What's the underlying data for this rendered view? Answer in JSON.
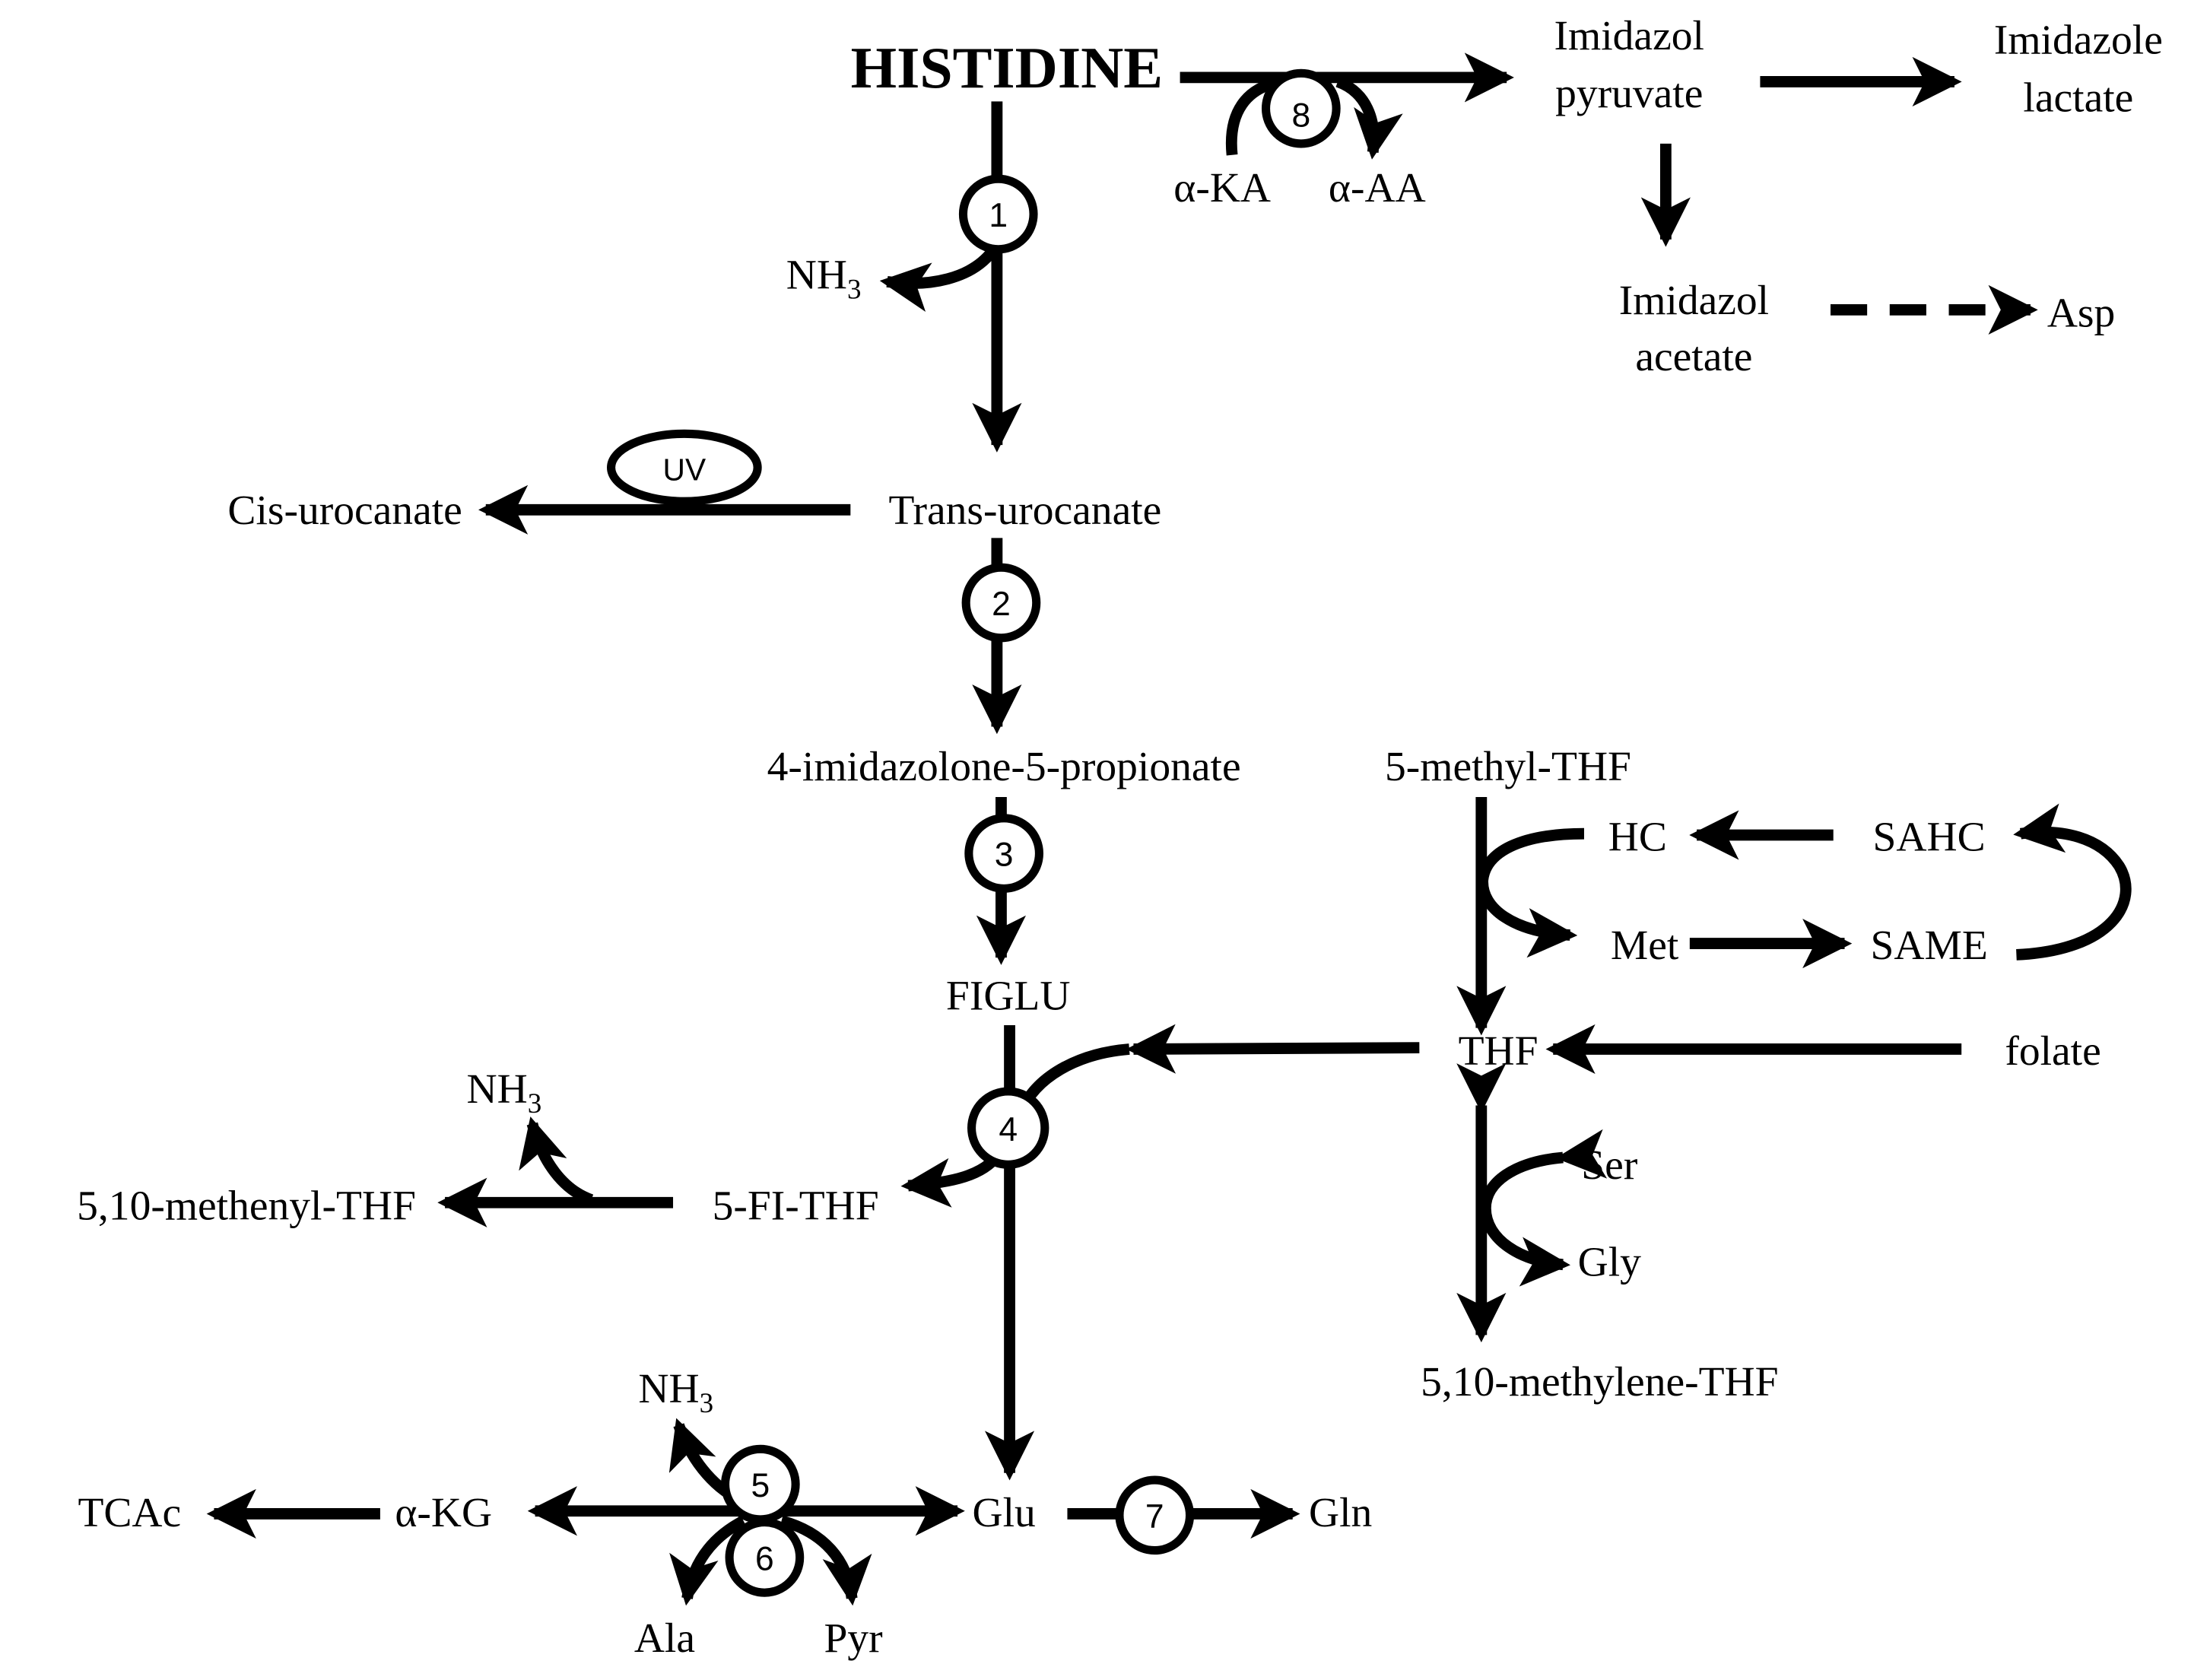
{
  "metabolites": {
    "histidine": "HISTIDINE",
    "imidazol_pyruvate_1": "Imidazol",
    "imidazol_pyruvate_2": "pyruvate",
    "imidazole_lactate_1": "Imidazole",
    "imidazole_lactate_2": "lactate",
    "imidazol_acetate_1": "Imidazol",
    "imidazol_acetate_2": "acetate",
    "asp": "Asp",
    "alpha_ka": "α-KA",
    "alpha_aa": "α-AA",
    "nh3_1": "NH",
    "nh3_1_sub": "3",
    "cis_urocanate": "Cis-urocanate",
    "trans_urocanate": "Trans-urocanate",
    "imidazolone_propionate": "4-imidazolone-5-propionate",
    "figlu": "FIGLU",
    "nh3_2": "NH",
    "nh3_2_sub": "3",
    "methenyl_thf": "5,10-methenyl-THF",
    "fi_thf": "5-FI-THF",
    "methyl_thf": "5-methyl-THF",
    "hc": "HC",
    "sahc": "SAHC",
    "met": "Met",
    "same": "SAME",
    "thf": "THF",
    "folate": "folate",
    "ser": "Ser",
    "gly": "Gly",
    "methylene_thf": "5,10-methylene-THF",
    "nh3_3": "NH",
    "nh3_3_sub": "3",
    "tcac": "TCAc",
    "alpha_kg": "α-KG",
    "glu": "Glu",
    "gln": "Gln",
    "ala": "Ala",
    "pyr": "Pyr"
  },
  "enzymes": {
    "e1": "1",
    "e2": "2",
    "e3": "3",
    "e4": "4",
    "e5": "5",
    "e6": "6",
    "e7": "7",
    "e8": "8",
    "uv": "UV"
  }
}
